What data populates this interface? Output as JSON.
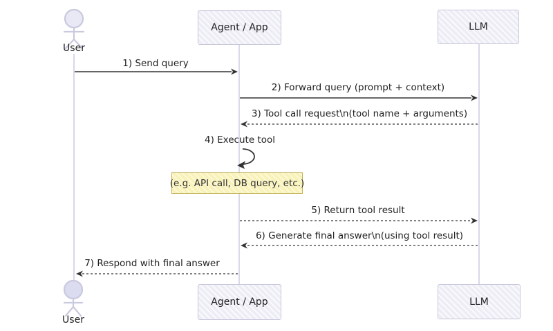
{
  "colors": {
    "bg": "#ffffff",
    "box_fill": "#EDEDF6",
    "box_border": "#C7C7DB",
    "lifeline": "#D9D9E8",
    "arrow": "#333333",
    "text": "#222222",
    "note_fill": "#F9F2B8",
    "note_border": "#C2B25A",
    "actor": "#C9C9DF",
    "actor_head_fill": "#E9E9F5",
    "actor_head_fill_bottom": "#DCDCF0"
  },
  "actors": {
    "user": {
      "label": "User",
      "type": "actor"
    },
    "agent": {
      "label": "Agent / App",
      "type": "participant"
    },
    "llm": {
      "label": "LLM",
      "type": "participant"
    }
  },
  "messages": [
    {
      "label": "1) Send query",
      "from": "user",
      "to": "agent",
      "line": "solid"
    },
    {
      "label": "2) Forward query (prompt + context)",
      "from": "agent",
      "to": "llm",
      "line": "solid"
    },
    {
      "label": "3) Tool call request\\n(tool name + arguments)",
      "from": "llm",
      "to": "agent",
      "line": "dashed"
    },
    {
      "label": "4) Execute tool",
      "from": "agent",
      "to": "agent",
      "line": "self"
    },
    {
      "label": "5) Return tool result",
      "from": "agent",
      "to": "llm",
      "line": "dashed"
    },
    {
      "label": "6) Generate final answer\\n(using tool result)",
      "from": "llm",
      "to": "agent",
      "line": "dashed"
    },
    {
      "label": "7) Respond with final answer",
      "from": "agent",
      "to": "user",
      "line": "dashed"
    }
  ],
  "note": {
    "label": "(e.g. API call, DB query, etc.)"
  }
}
